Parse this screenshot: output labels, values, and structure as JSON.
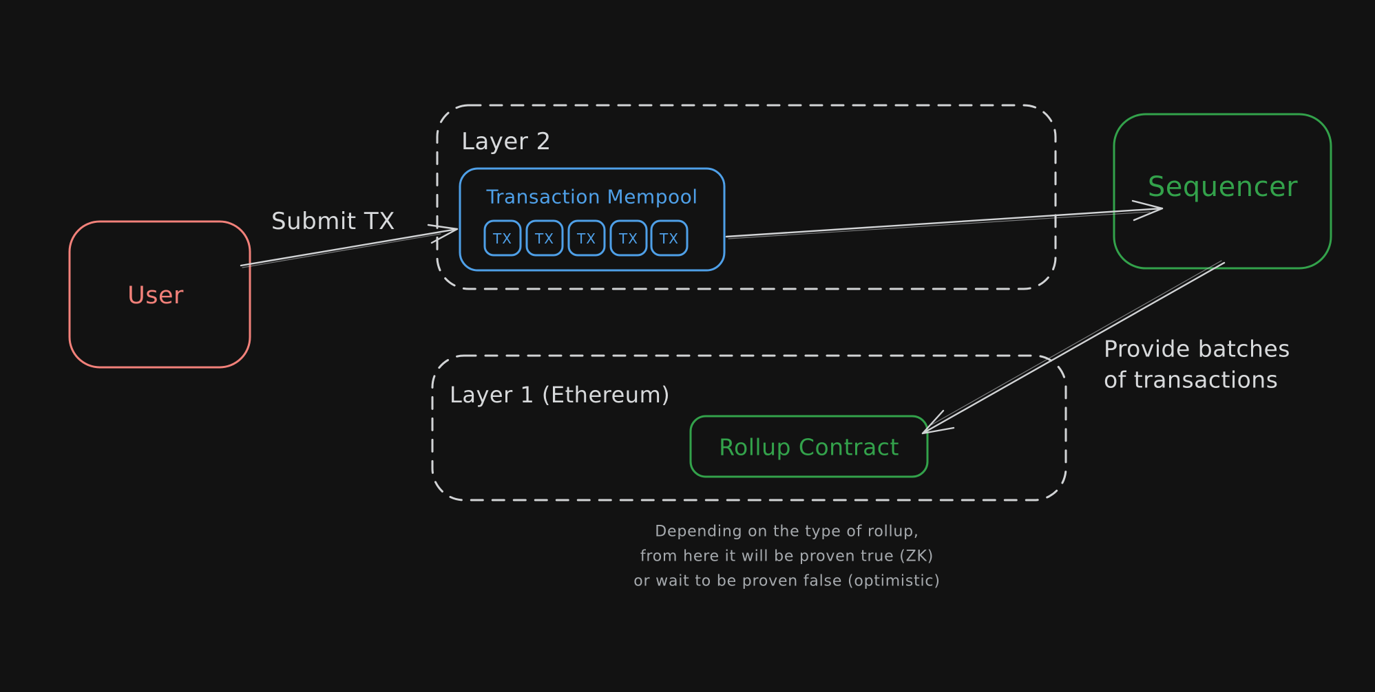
{
  "colors": {
    "background": "#121212",
    "red": "#f2817a",
    "blue": "#4fa0e8",
    "green": "#33a24b",
    "stroke_white": "#d2d4d6",
    "caption_gray": "#a6aaae"
  },
  "nodes": {
    "user": {
      "label": "User"
    },
    "layer2": {
      "label": "Layer 2"
    },
    "mempool": {
      "label": "Transaction Mempool",
      "tx": [
        "TX",
        "TX",
        "TX",
        "TX",
        "TX"
      ]
    },
    "sequencer": {
      "label": "Sequencer"
    },
    "layer1": {
      "label": "Layer 1 (Ethereum)"
    },
    "rollup": {
      "label": "Rollup Contract"
    }
  },
  "edges": {
    "submit_tx": {
      "label": "Submit TX"
    },
    "provide_batches": {
      "lines": [
        "Provide batches",
        "of transactions"
      ]
    }
  },
  "caption": {
    "lines": [
      "Depending on the type of rollup,",
      "from here it will be proven true (ZK)",
      "or wait to be proven false (optimistic)"
    ]
  }
}
